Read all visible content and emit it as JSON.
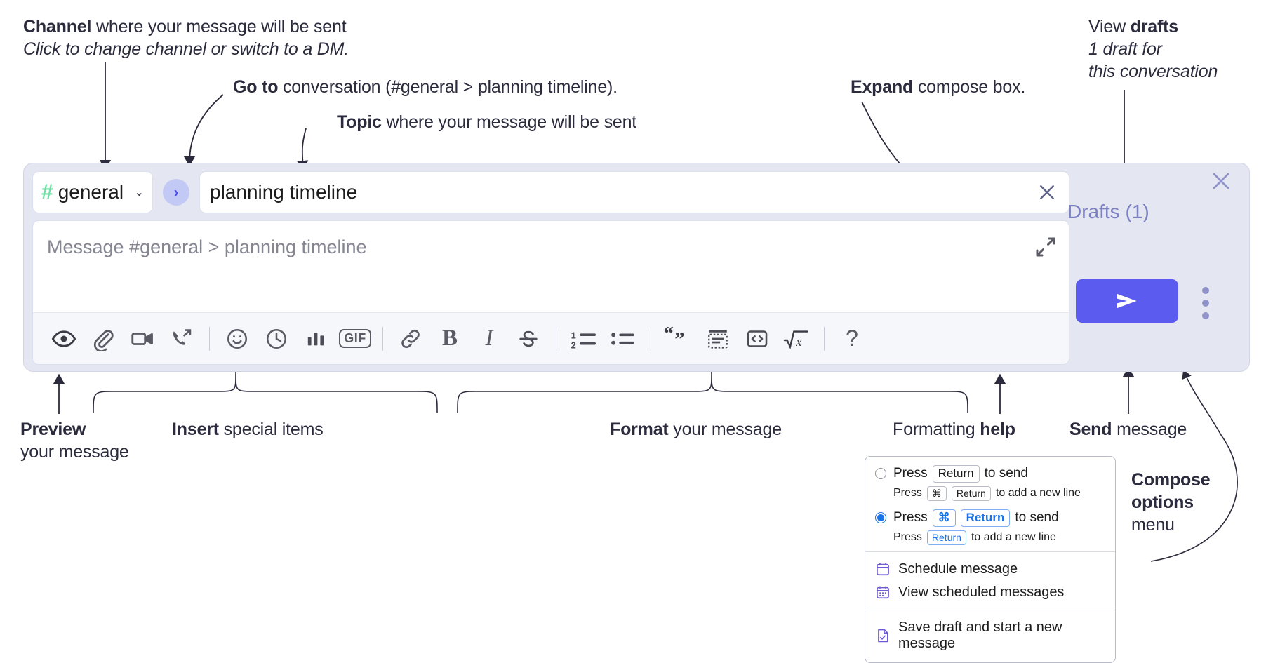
{
  "annotations": {
    "channel": {
      "line1_bold": "Channel",
      "line1_rest": " where your message will be sent",
      "line2_italic": "Click to change channel or switch to a DM."
    },
    "goto": {
      "bold": "Go to",
      "rest": " conversation (#general > planning timeline)."
    },
    "topic": {
      "bold": "Topic",
      "rest": " where your message will be sent"
    },
    "expand": {
      "bold": "Expand",
      "rest": " compose box."
    },
    "drafts": {
      "line1_rest": "View ",
      "line1_bold": "drafts",
      "line2_italic": "1 draft for",
      "line3_italic": "this conversation"
    },
    "preview": {
      "bold": "Preview",
      "rest": "your message"
    },
    "insert": {
      "bold": "Insert",
      "rest": " special items"
    },
    "format": {
      "bold": "Format",
      "rest": " your message"
    },
    "formatting_help": {
      "rest": "Formatting ",
      "bold": "help"
    },
    "send": {
      "bold": "Send",
      "rest": " message"
    },
    "compose_options": {
      "bold1": "Compose",
      "bold2": "options",
      "rest": "menu"
    }
  },
  "compose": {
    "channel_name": "general",
    "hash_symbol": "#",
    "chevron": "⌄",
    "goto_arrow": "›",
    "topic_value": "planning timeline",
    "message_placeholder": "Message #general > planning timeline",
    "drafts_label": "Drafts (1)",
    "gif_label": "GIF",
    "bold_label": "B",
    "italic_label": "I",
    "help_label": "?",
    "toolbar": [
      {
        "name": "preview-icon",
        "label": "Preview"
      },
      {
        "name": "attachment-icon",
        "label": "Attach file"
      },
      {
        "name": "video-clip-icon",
        "label": "Record video clip"
      },
      {
        "name": "audio-clip-icon",
        "label": "Record audio clip"
      },
      {
        "name": "emoji-icon",
        "label": "Emoji"
      },
      {
        "name": "clock-icon",
        "label": "Reminder"
      },
      {
        "name": "poll-icon",
        "label": "Poll"
      },
      {
        "name": "gif-icon",
        "label": "GIF"
      },
      {
        "name": "link-icon",
        "label": "Link"
      },
      {
        "name": "bold-icon",
        "label": "Bold"
      },
      {
        "name": "italic-icon",
        "label": "Italic"
      },
      {
        "name": "strikethrough-icon",
        "label": "Strikethrough"
      },
      {
        "name": "ordered-list-icon",
        "label": "Ordered list"
      },
      {
        "name": "bulleted-list-icon",
        "label": "Bulleted list"
      },
      {
        "name": "blockquote-icon",
        "label": "Blockquote"
      },
      {
        "name": "code-block-icon",
        "label": "Code block"
      },
      {
        "name": "code-snippet-icon",
        "label": "Code snippet"
      },
      {
        "name": "math-icon",
        "label": "Math"
      },
      {
        "name": "help-icon",
        "label": "Formatting help"
      }
    ]
  },
  "menu": {
    "option_return": {
      "pre": "Press",
      "key": "Return",
      "post": "to send",
      "sub_pre": "Press",
      "sub_key1": "⌘",
      "sub_key2": "Return",
      "sub_post": "to add a new line",
      "selected": false
    },
    "option_cmd_return": {
      "pre": "Press",
      "key1": "⌘",
      "key2": "Return",
      "post": "to send",
      "sub_pre": "Press",
      "sub_key": "Return",
      "sub_post": "to add a new line",
      "selected": true
    },
    "items": [
      {
        "icon": "calendar-icon",
        "label": "Schedule message"
      },
      {
        "icon": "calendar-grid-icon",
        "label": "View scheduled messages"
      },
      {
        "icon": "save-draft-icon",
        "label": "Save draft and start a new message"
      }
    ]
  },
  "colors": {
    "panel_bg": "#e4e6f2",
    "accent_purple": "#5b5bf0",
    "hash_green": "#6ddfa5",
    "drafts_text": "#7b7fc4",
    "radio_blue": "#1a73e8"
  }
}
